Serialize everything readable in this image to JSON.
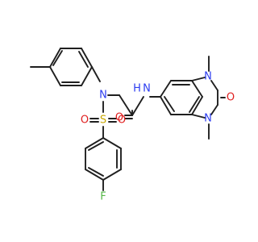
{
  "diagram": {
    "type": "skeletal-structure",
    "atoms": [
      {
        "id": "N_sulfonamide",
        "symbol": "N",
        "color": "#2b3cf0"
      },
      {
        "id": "N_amide",
        "symbol": "N",
        "color": "#2b3cf0"
      },
      {
        "id": "H_amide",
        "symbol": "H",
        "color": "#2b3cf0"
      },
      {
        "id": "O_amide",
        "symbol": "O",
        "color": "#e02020"
      },
      {
        "id": "S",
        "symbol": "S",
        "color": "#c9a800"
      },
      {
        "id": "O_sulfonyl_left",
        "symbol": "O",
        "color": "#e02020"
      },
      {
        "id": "O_sulfonyl_right",
        "symbol": "O",
        "color": "#e02020"
      },
      {
        "id": "F",
        "symbol": "F",
        "color": "#56b847"
      },
      {
        "id": "N_ring_top",
        "symbol": "N",
        "color": "#2b3cf0"
      },
      {
        "id": "N_ring_bottom",
        "symbol": "N",
        "color": "#2b3cf0"
      },
      {
        "id": "O_urea",
        "symbol": "O",
        "color": "#e02020"
      }
    ]
  }
}
